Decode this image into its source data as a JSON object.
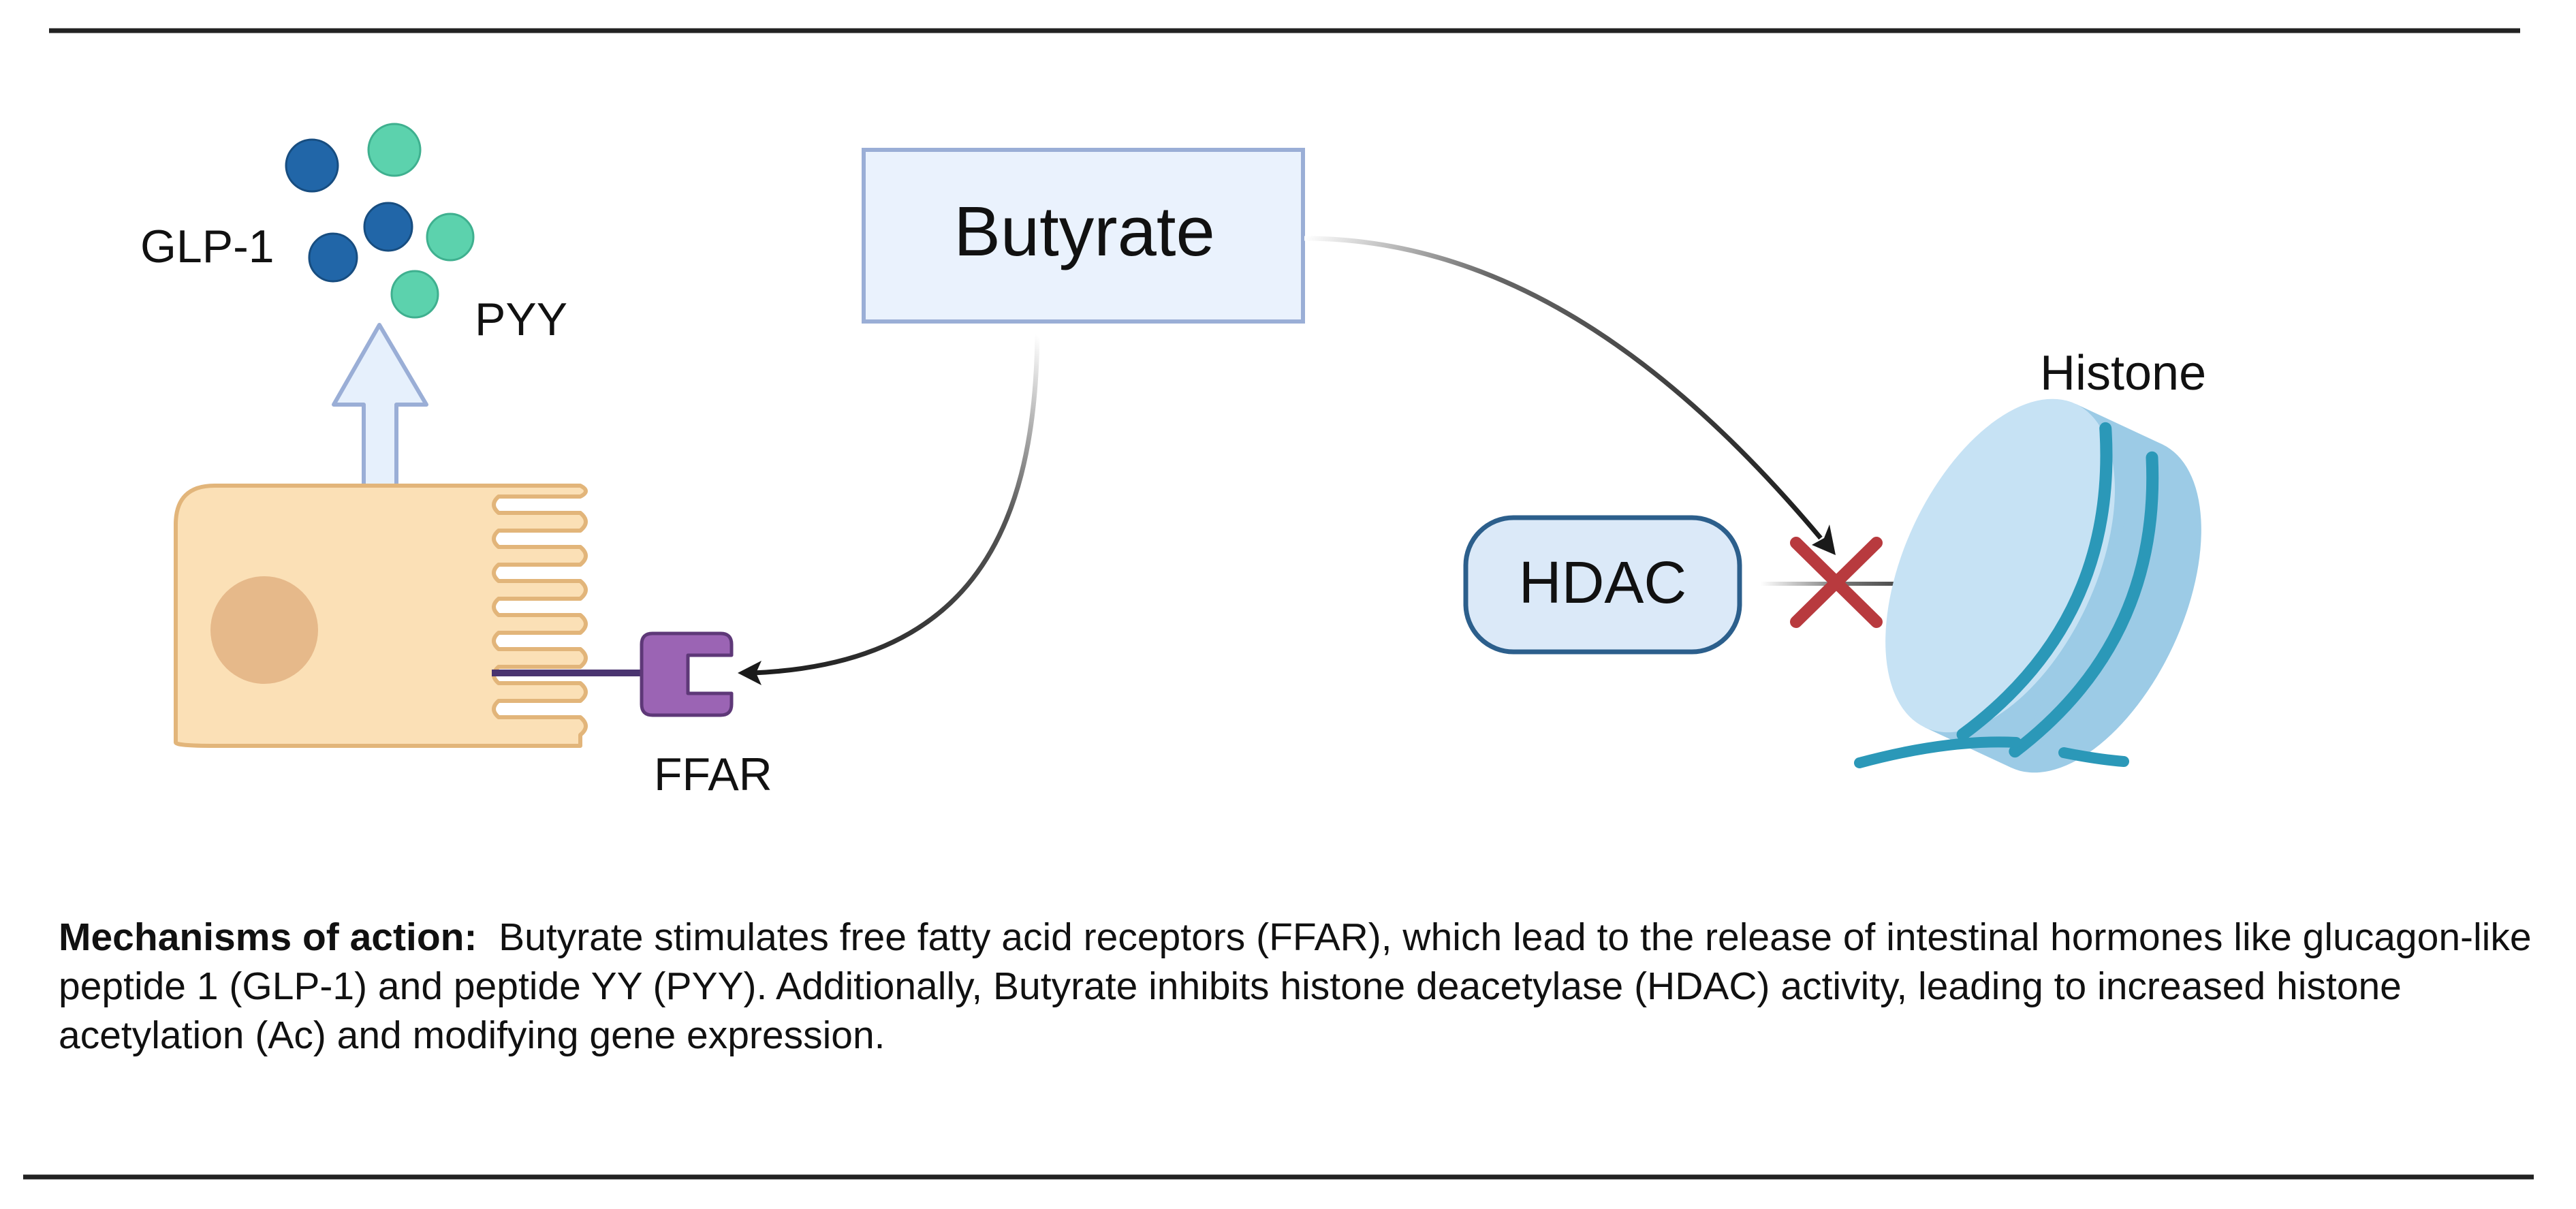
{
  "labels": {
    "glp1": "GLP-1",
    "pyy": "PYY",
    "butyrate": "Butyrate",
    "ffar": "FFAR",
    "hdac": "HDAC",
    "histone": "Histone"
  },
  "caption": {
    "heading": "Mechanisms of action:",
    "body": "Butyrate stimulates free fatty acid receptors (FFAR), which lead to the release of intestinal hormones like glucagon-like peptide 1 (GLP-1) and peptide YY (PYY). Additionally, Butyrate inhibits histone deacetylase (HDAC) activity, leading to increased histone acetylation (Ac) and modifying gene expression."
  },
  "colors": {
    "rule": "#222222",
    "butyrate_box_fill": "#eaf2fd",
    "butyrate_box_stroke": "#9aaed6",
    "cell_fill": "#fbe0b6",
    "cell_stroke": "#e2b57a",
    "nucleus": "#e6b98a",
    "receptor": "#9b64b4",
    "glp1_dots": "#2166a8",
    "pyy_dots": "#5cd2ad",
    "hdac_fill": "#dbe9f8",
    "hdac_stroke": "#2c5f8c",
    "histone_light": "#c6e2f4",
    "histone_mid": "#9ccbe6",
    "dna": "#2b98b8",
    "inhibit_cross": "#b83a3e",
    "arrow": "#1a1a1a",
    "release_arrow_fill": "#e6f0fc",
    "release_arrow_stroke": "#9aaed6"
  }
}
